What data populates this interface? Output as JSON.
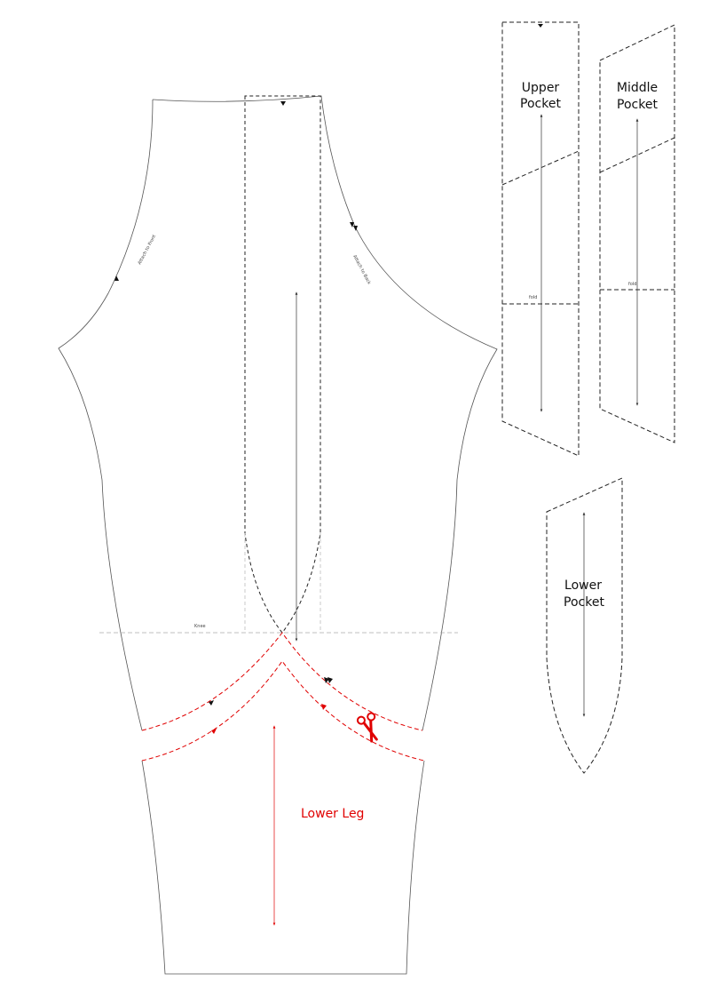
{
  "pieces": {
    "upper_pocket": {
      "line1": "Upper",
      "line2": "Pocket",
      "fold": "fold"
    },
    "middle_pocket": {
      "line1": "Middle",
      "line2": "Pocket",
      "fold": "fold"
    },
    "lower_pocket": {
      "line1": "Lower",
      "line2": "Pocket"
    },
    "lower_leg": {
      "label": "Lower Leg"
    },
    "leg": {
      "knee": "Knee",
      "notch_left": "Attach to Front",
      "notch_right": "Attach to Back"
    }
  },
  "colors": {
    "outline": "#333333",
    "cut_line": "#e00000",
    "knee_line": "#aaaaaa"
  },
  "icons": {
    "scissors": "scissors-icon"
  }
}
